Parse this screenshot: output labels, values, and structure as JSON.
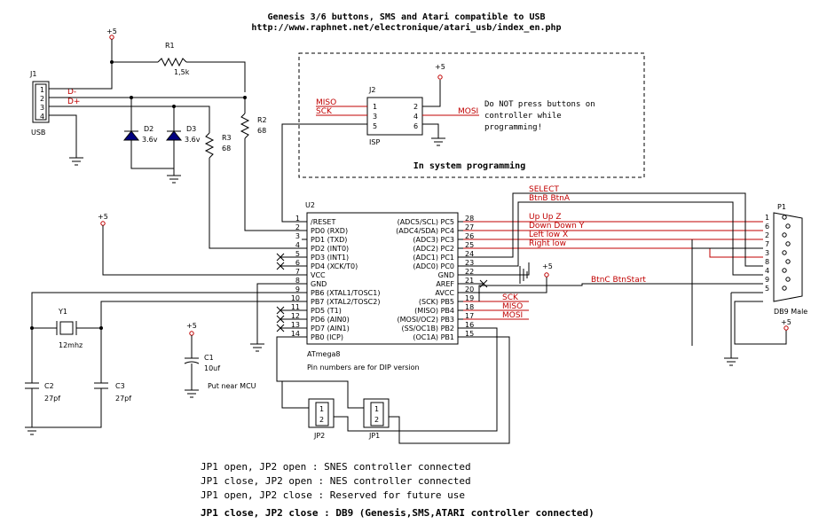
{
  "title": {
    "line1": "Genesis 3/6 buttons, SMS and Atari compatible to USB",
    "line2": "http://www.raphnet.net/electronique/atari_usb/index_en.php"
  },
  "power": {
    "vcc": "+5"
  },
  "usb": {
    "ref": "J1",
    "label": "USB",
    "pins": [
      "1",
      "2",
      "3",
      "4"
    ],
    "nets": [
      "D-",
      "D+"
    ]
  },
  "resistors": {
    "r1": {
      "ref": "R1",
      "value": "1,5k"
    },
    "r2": {
      "ref": "R2",
      "value": "68"
    },
    "r3": {
      "ref": "R3",
      "value": "68"
    }
  },
  "diodes": {
    "d2": {
      "ref": "D2",
      "value": "3.6v"
    },
    "d3": {
      "ref": "D3",
      "value": "3.6v"
    }
  },
  "isp": {
    "ref": "J2",
    "label": "ISP",
    "box_caption": "In system programming",
    "pins_left": [
      "1",
      "3",
      "5"
    ],
    "pins_right": [
      "2",
      "4",
      "6"
    ],
    "net_miso": "MISO",
    "net_sck": "SCK",
    "net_mosi": "MOSI",
    "warning": [
      "Do NOT press buttons on",
      "controller while",
      "programming!"
    ]
  },
  "mcu": {
    "ref": "U2",
    "part": "ATmega8",
    "note": "Pin numbers are for DIP version",
    "left_pins": [
      {
        "num": "1",
        "name": "/RESET"
      },
      {
        "num": "2",
        "name": "PD0 (RXD)"
      },
      {
        "num": "3",
        "name": "PD1 (TXD)"
      },
      {
        "num": "4",
        "name": "PD2 (INT0)"
      },
      {
        "num": "5",
        "name": "PD3 (INT1)"
      },
      {
        "num": "6",
        "name": "PD4 (XCK/T0)"
      },
      {
        "num": "7",
        "name": "VCC"
      },
      {
        "num": "8",
        "name": "GND"
      },
      {
        "num": "9",
        "name": "PB6 (XTAL1/TOSC1)"
      },
      {
        "num": "10",
        "name": "PB7 (XTAL2/TOSC2)"
      },
      {
        "num": "11",
        "name": "PD5 (T1)"
      },
      {
        "num": "12",
        "name": "PD6 (AIN0)"
      },
      {
        "num": "13",
        "name": "PD7 (AIN1)"
      },
      {
        "num": "14",
        "name": "PB0 (ICP)"
      }
    ],
    "right_pins": [
      {
        "num": "28",
        "name": "(ADC5/SCL) PC5"
      },
      {
        "num": "27",
        "name": "(ADC4/SDA) PC4"
      },
      {
        "num": "26",
        "name": "(ADC3) PC3"
      },
      {
        "num": "25",
        "name": "(ADC2) PC2"
      },
      {
        "num": "24",
        "name": "(ADC1) PC1"
      },
      {
        "num": "23",
        "name": "(ADC0) PC0"
      },
      {
        "num": "22",
        "name": "GND"
      },
      {
        "num": "21",
        "name": "AREF"
      },
      {
        "num": "20",
        "name": "AVCC"
      },
      {
        "num": "19",
        "name": "(SCK) PB5"
      },
      {
        "num": "18",
        "name": "(MISO) PB4"
      },
      {
        "num": "17",
        "name": "(MOSI/OC2) PB3"
      },
      {
        "num": "16",
        "name": "(SS/OC1B) PB2"
      },
      {
        "num": "15",
        "name": "(OC1A) PB1"
      }
    ]
  },
  "nets": {
    "select": "SELECT",
    "btnb": "BtnB BtnA",
    "up": "Up Up Z",
    "down": "Down Down Y",
    "left": "Left low X",
    "right": "Right low",
    "btnc": "BtnC BtnStart",
    "sck": "SCK",
    "miso": "MISO",
    "mosi": "MOSI"
  },
  "crystal": {
    "ref": "Y1",
    "value": "12mhz"
  },
  "caps": {
    "c1": {
      "ref": "C1",
      "value": "10uf",
      "note": "Put near MCU"
    },
    "c2": {
      "ref": "C2",
      "value": "27pf"
    },
    "c3": {
      "ref": "C3",
      "value": "27pf"
    }
  },
  "jumpers": {
    "jp1": {
      "ref": "JP1",
      "pins": [
        "1",
        "2"
      ]
    },
    "jp2": {
      "ref": "JP2",
      "pins": [
        "1",
        "2"
      ]
    }
  },
  "db9": {
    "ref": "P1",
    "label": "DB9 Male",
    "pins": [
      "1",
      "6",
      "2",
      "7",
      "3",
      "8",
      "4",
      "9",
      "5"
    ]
  },
  "notes": [
    "JP1 open, JP2 open : SNES controller connected",
    "JP1 close, JP2 open : NES controller connected",
    "JP1 open, JP2 close : Reserved for future use",
    "JP1 close, JP2 close : DB9 (Genesis,SMS,ATARI controller connected)"
  ]
}
